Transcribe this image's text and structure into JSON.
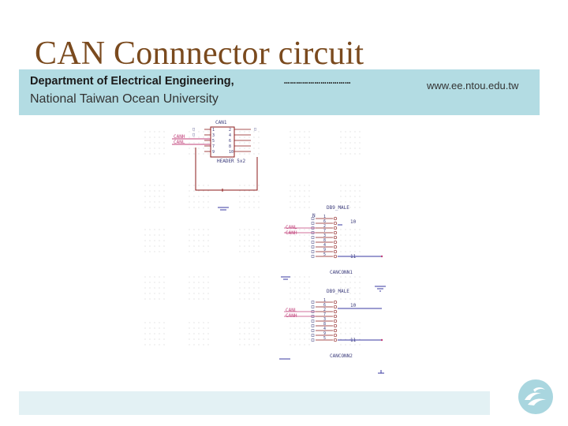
{
  "slide": {
    "title": "CAN Connnector circuit",
    "department": "Department of Electrical Engineering,",
    "separator": "……………………………",
    "university": "National Taiwan Ocean University",
    "url": "www.ee.ntou.edu.tw"
  },
  "schematic": {
    "header": {
      "ref": "CAN1",
      "name": "HEADER 5x2",
      "left_pins": [
        "1",
        "3",
        "5",
        "7",
        "9"
      ],
      "right_pins": [
        "2",
        "4",
        "6",
        "8",
        "10"
      ],
      "net_a": "CANH",
      "net_b": "CANL"
    },
    "db9_male": {
      "title": "DB9_MALE",
      "pins": [
        "1",
        "6",
        "2",
        "7",
        "3",
        "8",
        "4",
        "9",
        "5"
      ],
      "net_a": "CANL",
      "net_b": "CANH",
      "label_top": "10",
      "label_bottom": "11",
      "ref": "CANCONN1"
    },
    "db9_female": {
      "title": "DB9_MALE",
      "pins": [
        "1",
        "6",
        "2",
        "7",
        "3",
        "8",
        "4",
        "9",
        "5"
      ],
      "net_a": "CANL",
      "net_b": "CANH",
      "label_top": "10",
      "label_bottom": "11",
      "ref": "CANCONN2"
    },
    "colors": {
      "component": "#8b1a1a",
      "wire": "#3a3aa0",
      "net": "#c0407a",
      "text": "#3a3a7a",
      "grid": "#b8b8b8"
    }
  },
  "footer": {
    "logo_icon": "wave-logo-icon"
  }
}
